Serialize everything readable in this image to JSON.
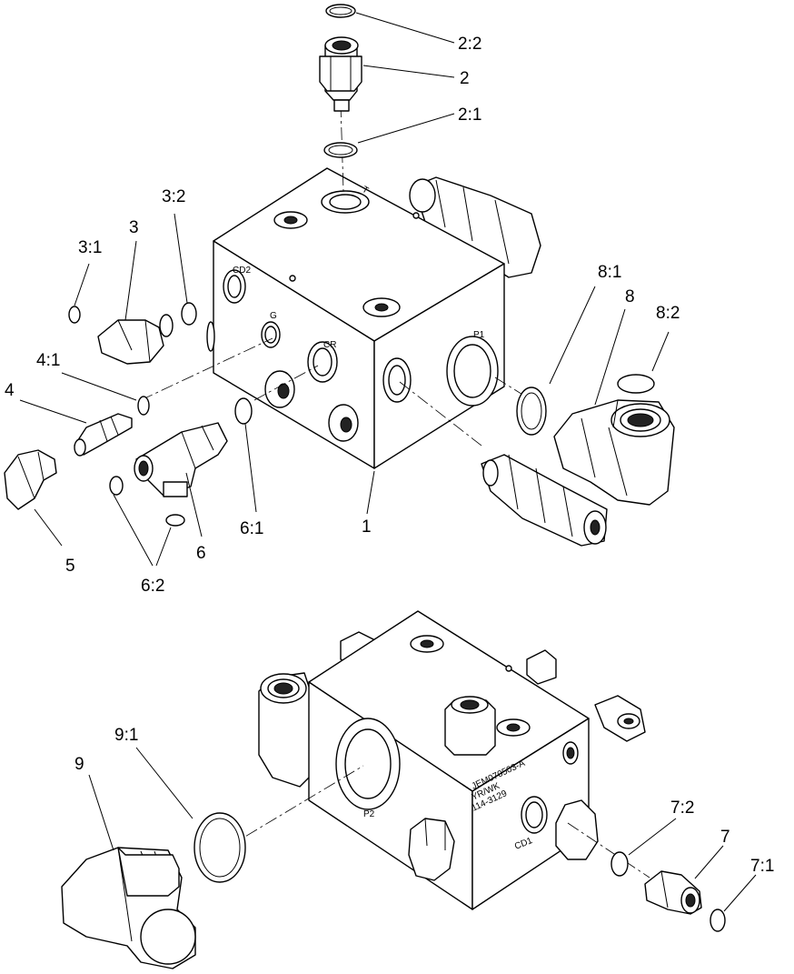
{
  "callouts": {
    "c1": "1",
    "c2": "2",
    "c2_1": "2:1",
    "c2_2": "2:2",
    "c3": "3",
    "c3_1": "3:1",
    "c3_2": "3:2",
    "c4": "4",
    "c4_1": "4:1",
    "c5": "5",
    "c6": "6",
    "c6_1": "6:1",
    "c6_2": "6:2",
    "c7": "7",
    "c7_1": "7:1",
    "c7_2": "7:2",
    "c8": "8",
    "c8_1": "8:1",
    "c8_2": "8:2",
    "c9": "9",
    "c9_1": "9:1"
  },
  "port_labels": {
    "t": "T",
    "cd2": "CD2",
    "g": "G",
    "cr": "CR",
    "p1": "P1",
    "p2": "P2",
    "cd1": "CD1"
  },
  "stamp": {
    "line1": "JEM070503-A",
    "line2": "YR/WK",
    "line3": "114-3129"
  }
}
